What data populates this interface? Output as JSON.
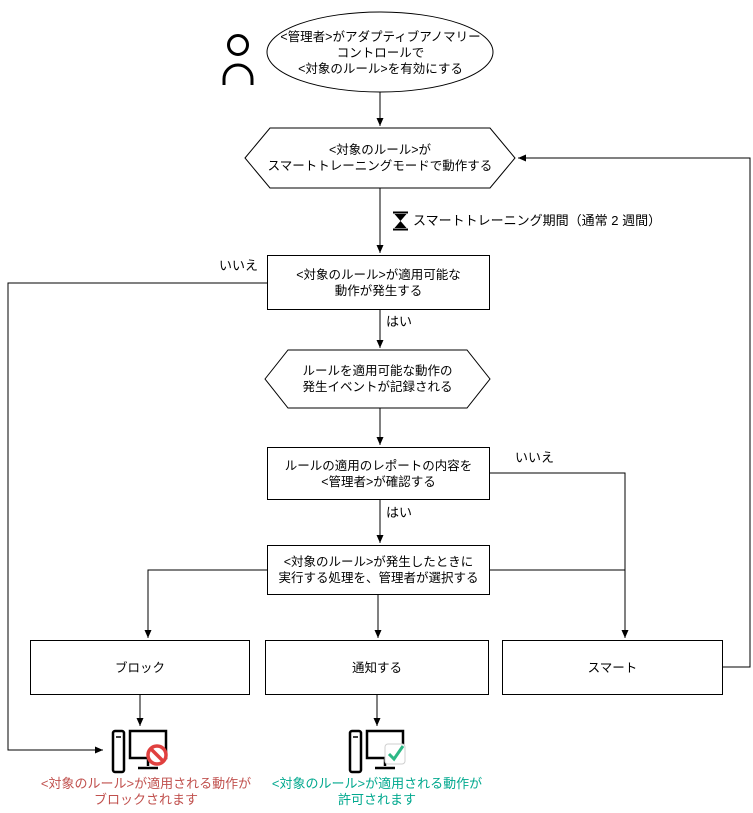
{
  "colors": {
    "line": "#000000",
    "blocked_text": "#c0504d",
    "allowed_text": "#00a88e",
    "prohibited_icon": "#e0403f",
    "check_icon": "#2eb886"
  },
  "nodes": {
    "start": {
      "lines": [
        "<管理者>がアダプティブアノマリー",
        "コントロールで",
        "<対象のルール>を有効にする"
      ]
    },
    "training_mode": {
      "lines": [
        "<対象のルール>が",
        "スマートトレーニングモードで動作する"
      ]
    },
    "activity_occurs": {
      "lines": [
        "<対象のルール>が適用可能な",
        "動作が発生する"
      ]
    },
    "event_recorded": {
      "lines": [
        "ルールを適用可能な動作の",
        "発生イベントが記録される"
      ]
    },
    "admin_reviews": {
      "lines": [
        "ルールの適用のレポートの内容を",
        "<管理者>が確認する"
      ]
    },
    "admin_selects": {
      "lines": [
        "<対象のルール>が発生したときに",
        "実行する処理を、管理者が選択する"
      ]
    },
    "block": {
      "label": "ブロック"
    },
    "notify": {
      "label": "通知する"
    },
    "smart": {
      "label": "スマート"
    },
    "result_blocked": {
      "lines": [
        "<対象のルール>が適用される動作が",
        "ブロックされます"
      ]
    },
    "result_allowed": {
      "lines": [
        "<対象のルール>が適用される動作が",
        "許可されます"
      ]
    }
  },
  "edge_labels": {
    "no_activity": "いいえ",
    "yes_activity": "はい",
    "no_review": "いいえ",
    "yes_review": "はい",
    "training_period": "スマートトレーニング期間（通常 2 週間）"
  },
  "icons": {
    "administrator": "person-icon",
    "training_period": "hourglass-icon",
    "blocked_result": "computer-prohibited-icon",
    "allowed_result": "computer-check-icon"
  }
}
